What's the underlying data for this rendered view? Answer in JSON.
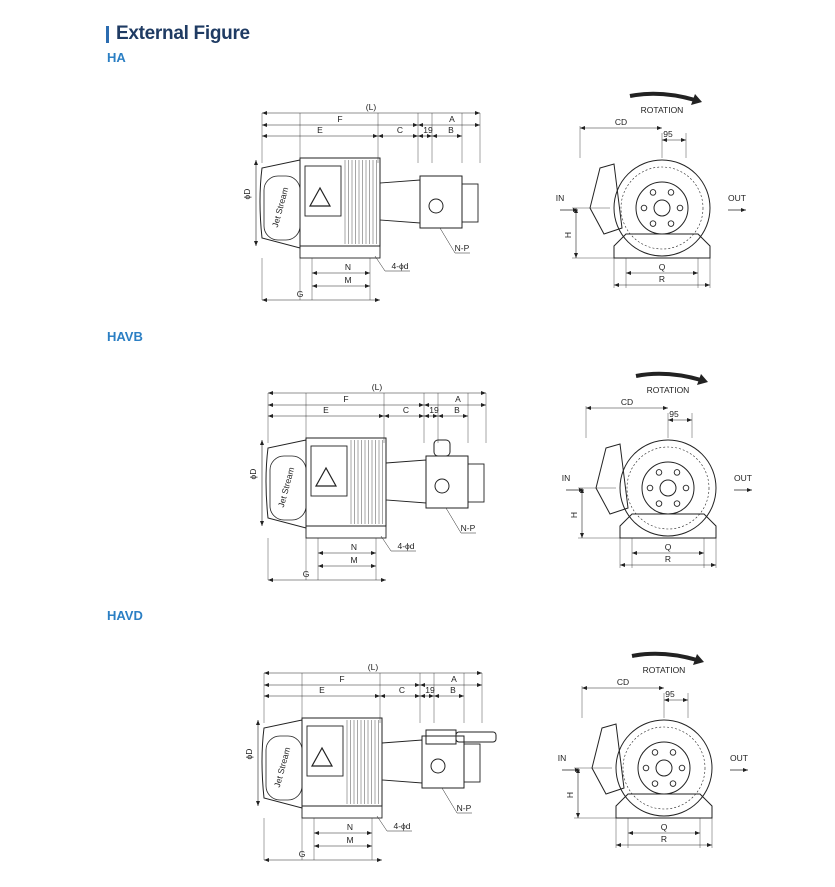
{
  "heading": "External Figure",
  "figures": [
    {
      "model": "HA",
      "variant": "ha"
    },
    {
      "model": "HAVB",
      "variant": "havb"
    },
    {
      "model": "HAVD",
      "variant": "havd"
    }
  ],
  "side_view": {
    "dimensions": {
      "L": "(L)",
      "A": "A",
      "F": "F",
      "E": "E",
      "C": "C",
      "nineteen": "19",
      "B": "B",
      "D": "ϕD",
      "N": "N",
      "M": "M",
      "G": "G",
      "holes": "4-ϕd",
      "NP": "N-P"
    },
    "logo": "Jet Stream"
  },
  "front_view": {
    "rotation": "ROTATION",
    "inlet": "IN",
    "outlet": "OUT",
    "dimensions": {
      "CD": "CD",
      "ninety_five": "95",
      "H": "H",
      "Q": "Q",
      "R": "R"
    }
  },
  "colors": {
    "heading": "#1f3b63",
    "accent": "#2b7fc4",
    "line": "#222222"
  }
}
